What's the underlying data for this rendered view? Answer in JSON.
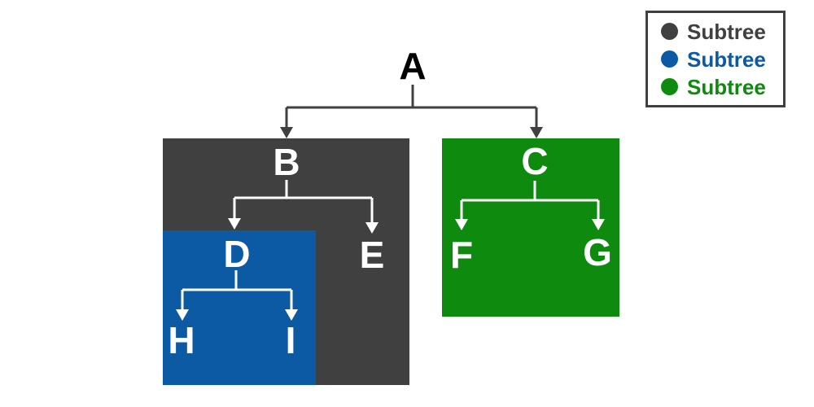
{
  "colors": {
    "dark": "#404040",
    "blue": "#0B5AA3",
    "green": "#0E8A0E",
    "node_text_on_box": "#FFFFFF",
    "root_text": "#000000",
    "background": "#FFFFFF"
  },
  "nodes": {
    "a": {
      "label": "A"
    },
    "b": {
      "label": "B"
    },
    "c": {
      "label": "C"
    },
    "d": {
      "label": "D"
    },
    "e": {
      "label": "E"
    },
    "f": {
      "label": "F"
    },
    "g": {
      "label": "G"
    },
    "h": {
      "label": "H"
    },
    "i": {
      "label": "I"
    }
  },
  "edges": [
    [
      "A",
      "B"
    ],
    [
      "A",
      "C"
    ],
    [
      "B",
      "D"
    ],
    [
      "B",
      "E"
    ],
    [
      "C",
      "F"
    ],
    [
      "C",
      "G"
    ],
    [
      "D",
      "H"
    ],
    [
      "D",
      "I"
    ]
  ],
  "subtrees": [
    {
      "root": "B",
      "members": [
        "B",
        "D",
        "E",
        "H",
        "I"
      ],
      "color": "#404040"
    },
    {
      "root": "D",
      "members": [
        "D",
        "H",
        "I"
      ],
      "color": "#0B5AA3"
    },
    {
      "root": "C",
      "members": [
        "C",
        "F",
        "G"
      ],
      "color": "#0E8A0E"
    }
  ],
  "legend": {
    "items": [
      {
        "label": "Subtree",
        "color": "#404040"
      },
      {
        "label": "Subtree",
        "color": "#0B5AA3"
      },
      {
        "label": "Subtree",
        "color": "#0E8A0E"
      }
    ]
  }
}
